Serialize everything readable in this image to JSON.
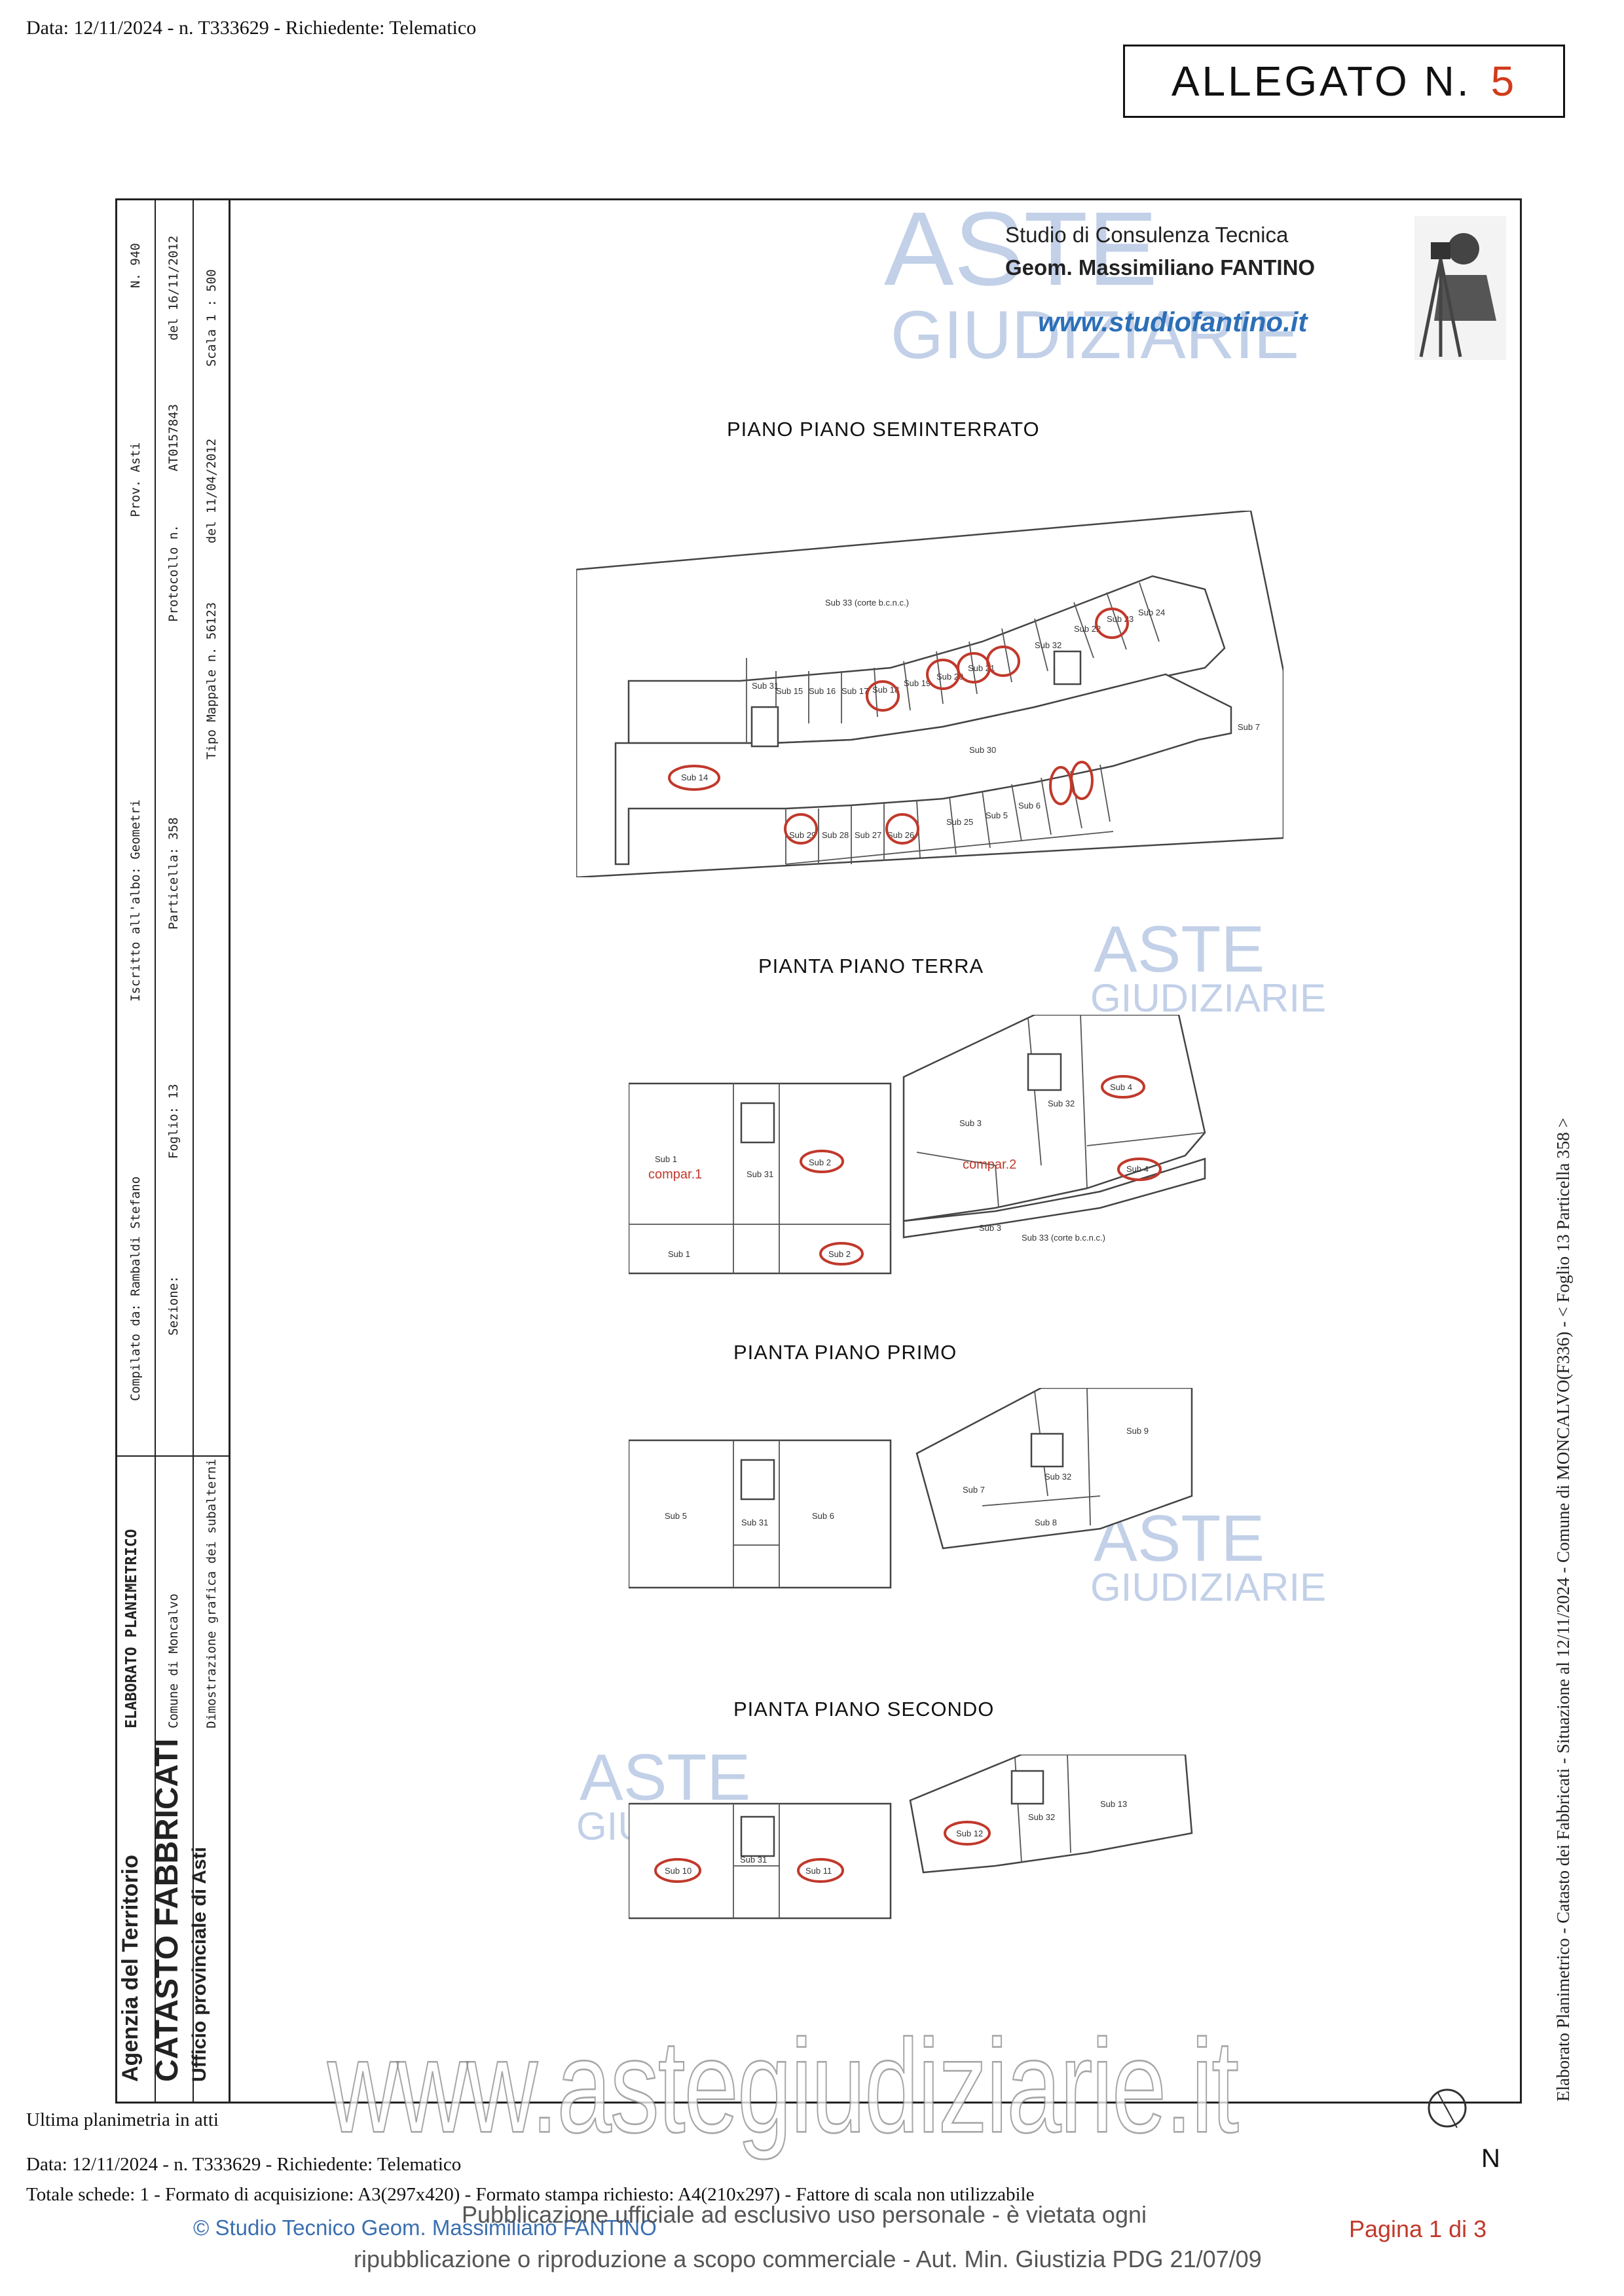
{
  "header": {
    "top_line": "Data: 12/11/2024 - n. T333629 - Richiedente: Telematico",
    "allegato_label": "ALLEGATO N.",
    "allegato_number": "5"
  },
  "studio": {
    "line1": "Studio di Consulenza Tecnica",
    "line2": "Geom. Massimiliano FANTINO",
    "url": "www.studiofantino.it"
  },
  "watermarks": {
    "aste": "ASTE",
    "giudiziarie": "GIUDIZIARIE",
    "site": "www.astegiudiziarie.it"
  },
  "sidebar": {
    "col1": [
      "ELABORATO PLANIMETRICO",
      "Compilato da: Rambaldi Stefano",
      "Iscritto all'albo: Geometri",
      "Prov. Asti",
      "N. 940"
    ],
    "col2": [
      "Comune di Moncalvo",
      "Sezione:",
      "Foglio: 13",
      "Particella: 358",
      "Protocollo n.",
      "AT0157843",
      "del 16/11/2012"
    ],
    "col3": [
      "Dimostrazione grafica dei subalterni",
      "Tipo Mappale n. 56123",
      "del 11/04/2012",
      "Scala 1 : 500"
    ],
    "agency": [
      "Agenzia del Territorio",
      "CATASTO FABBRICATI",
      "Ufficio provinciale di Asti"
    ]
  },
  "right_margin": "Elaborato Planimetrico - Catasto dei Fabbricati - Situazione al 12/11/2024 - Comune di MONCALVO(F336) - < Foglio 13 Particella 358 >",
  "plans": {
    "seminterrato": {
      "title": "PIANO PIANO SEMINTERRATO",
      "labels": {
        "sub33": "Sub 33 (corte b.c.n.c.)",
        "sub31": "Sub 31",
        "sub30": "Sub 30",
        "sub14": "Sub 14",
        "sub15": "Sub 15",
        "sub16": "Sub 16",
        "sub17": "Sub 17",
        "sub18": "Sub 18",
        "sub19": "Sub 19",
        "sub20": "Sub 20",
        "sub21": "Sub 21",
        "sub32": "Sub 32",
        "sub22": "Sub 22",
        "sub23": "Sub 23",
        "sub24": "Sub 24",
        "sub29": "Sub 29",
        "sub28a": "Sub 28",
        "sub27": "Sub 27",
        "sub26": "Sub 26",
        "sub25": "Sub 25",
        "sub5": "Sub 5",
        "sub6": "Sub 6",
        "sub7": "Sub 7"
      }
    },
    "terra": {
      "title": "PIANTA PIANO TERRA",
      "labels": {
        "sub1": "Sub 1",
        "compar1": "compar.1",
        "sub31": "Sub 31",
        "sub2": "Sub 2",
        "sub1b": "Sub 1",
        "sub2b": "Sub 2",
        "sub3": "Sub 3",
        "sub32": "Sub 32",
        "compar2": "compar.2",
        "sub4": "Sub 4",
        "sub4b": "Sub 4",
        "sub3b": "Sub 3",
        "sub33": "Sub 33 (corte b.c.n.c.)"
      }
    },
    "primo": {
      "title": "PIANTA PIANO PRIMO",
      "labels": {
        "sub5": "Sub 5",
        "sub31": "Sub 31",
        "sub6": "Sub 6",
        "sub7": "Sub 7",
        "sub32": "Sub 32",
        "sub8": "Sub 8",
        "sub9": "Sub 9"
      }
    },
    "secondo": {
      "title": "PIANTA PIANO SECONDO",
      "labels": {
        "sub10": "Sub 10",
        "sub31": "Sub 31",
        "sub11": "Sub 11",
        "sub12": "Sub 12",
        "sub32": "Sub 32",
        "sub13": "Sub 13"
      }
    }
  },
  "compass": {
    "north": "N"
  },
  "footer": {
    "line1": "Ultima planimetria in atti",
    "line2": "Data: 12/11/2024 - n. T333629 - Richiedente: Telematico",
    "line3": "Totale schede: 1 - Formato di acquisizione: A3(297x420) - Formato stampa richiesto: A4(210x297) - Fattore di scala non utilizzabile",
    "copyright": "© Studio Tecnico Geom. Massimiliano FANTINO",
    "notice1": "Pubblicazione ufficiale ad esclusivo uso personale - è vietata ogni",
    "notice2": "ripubblicazione o riproduzione a scopo commerciale - Aut. Min. Giustizia PDG 21/07/09",
    "page": "Pagina 1 di 3"
  }
}
